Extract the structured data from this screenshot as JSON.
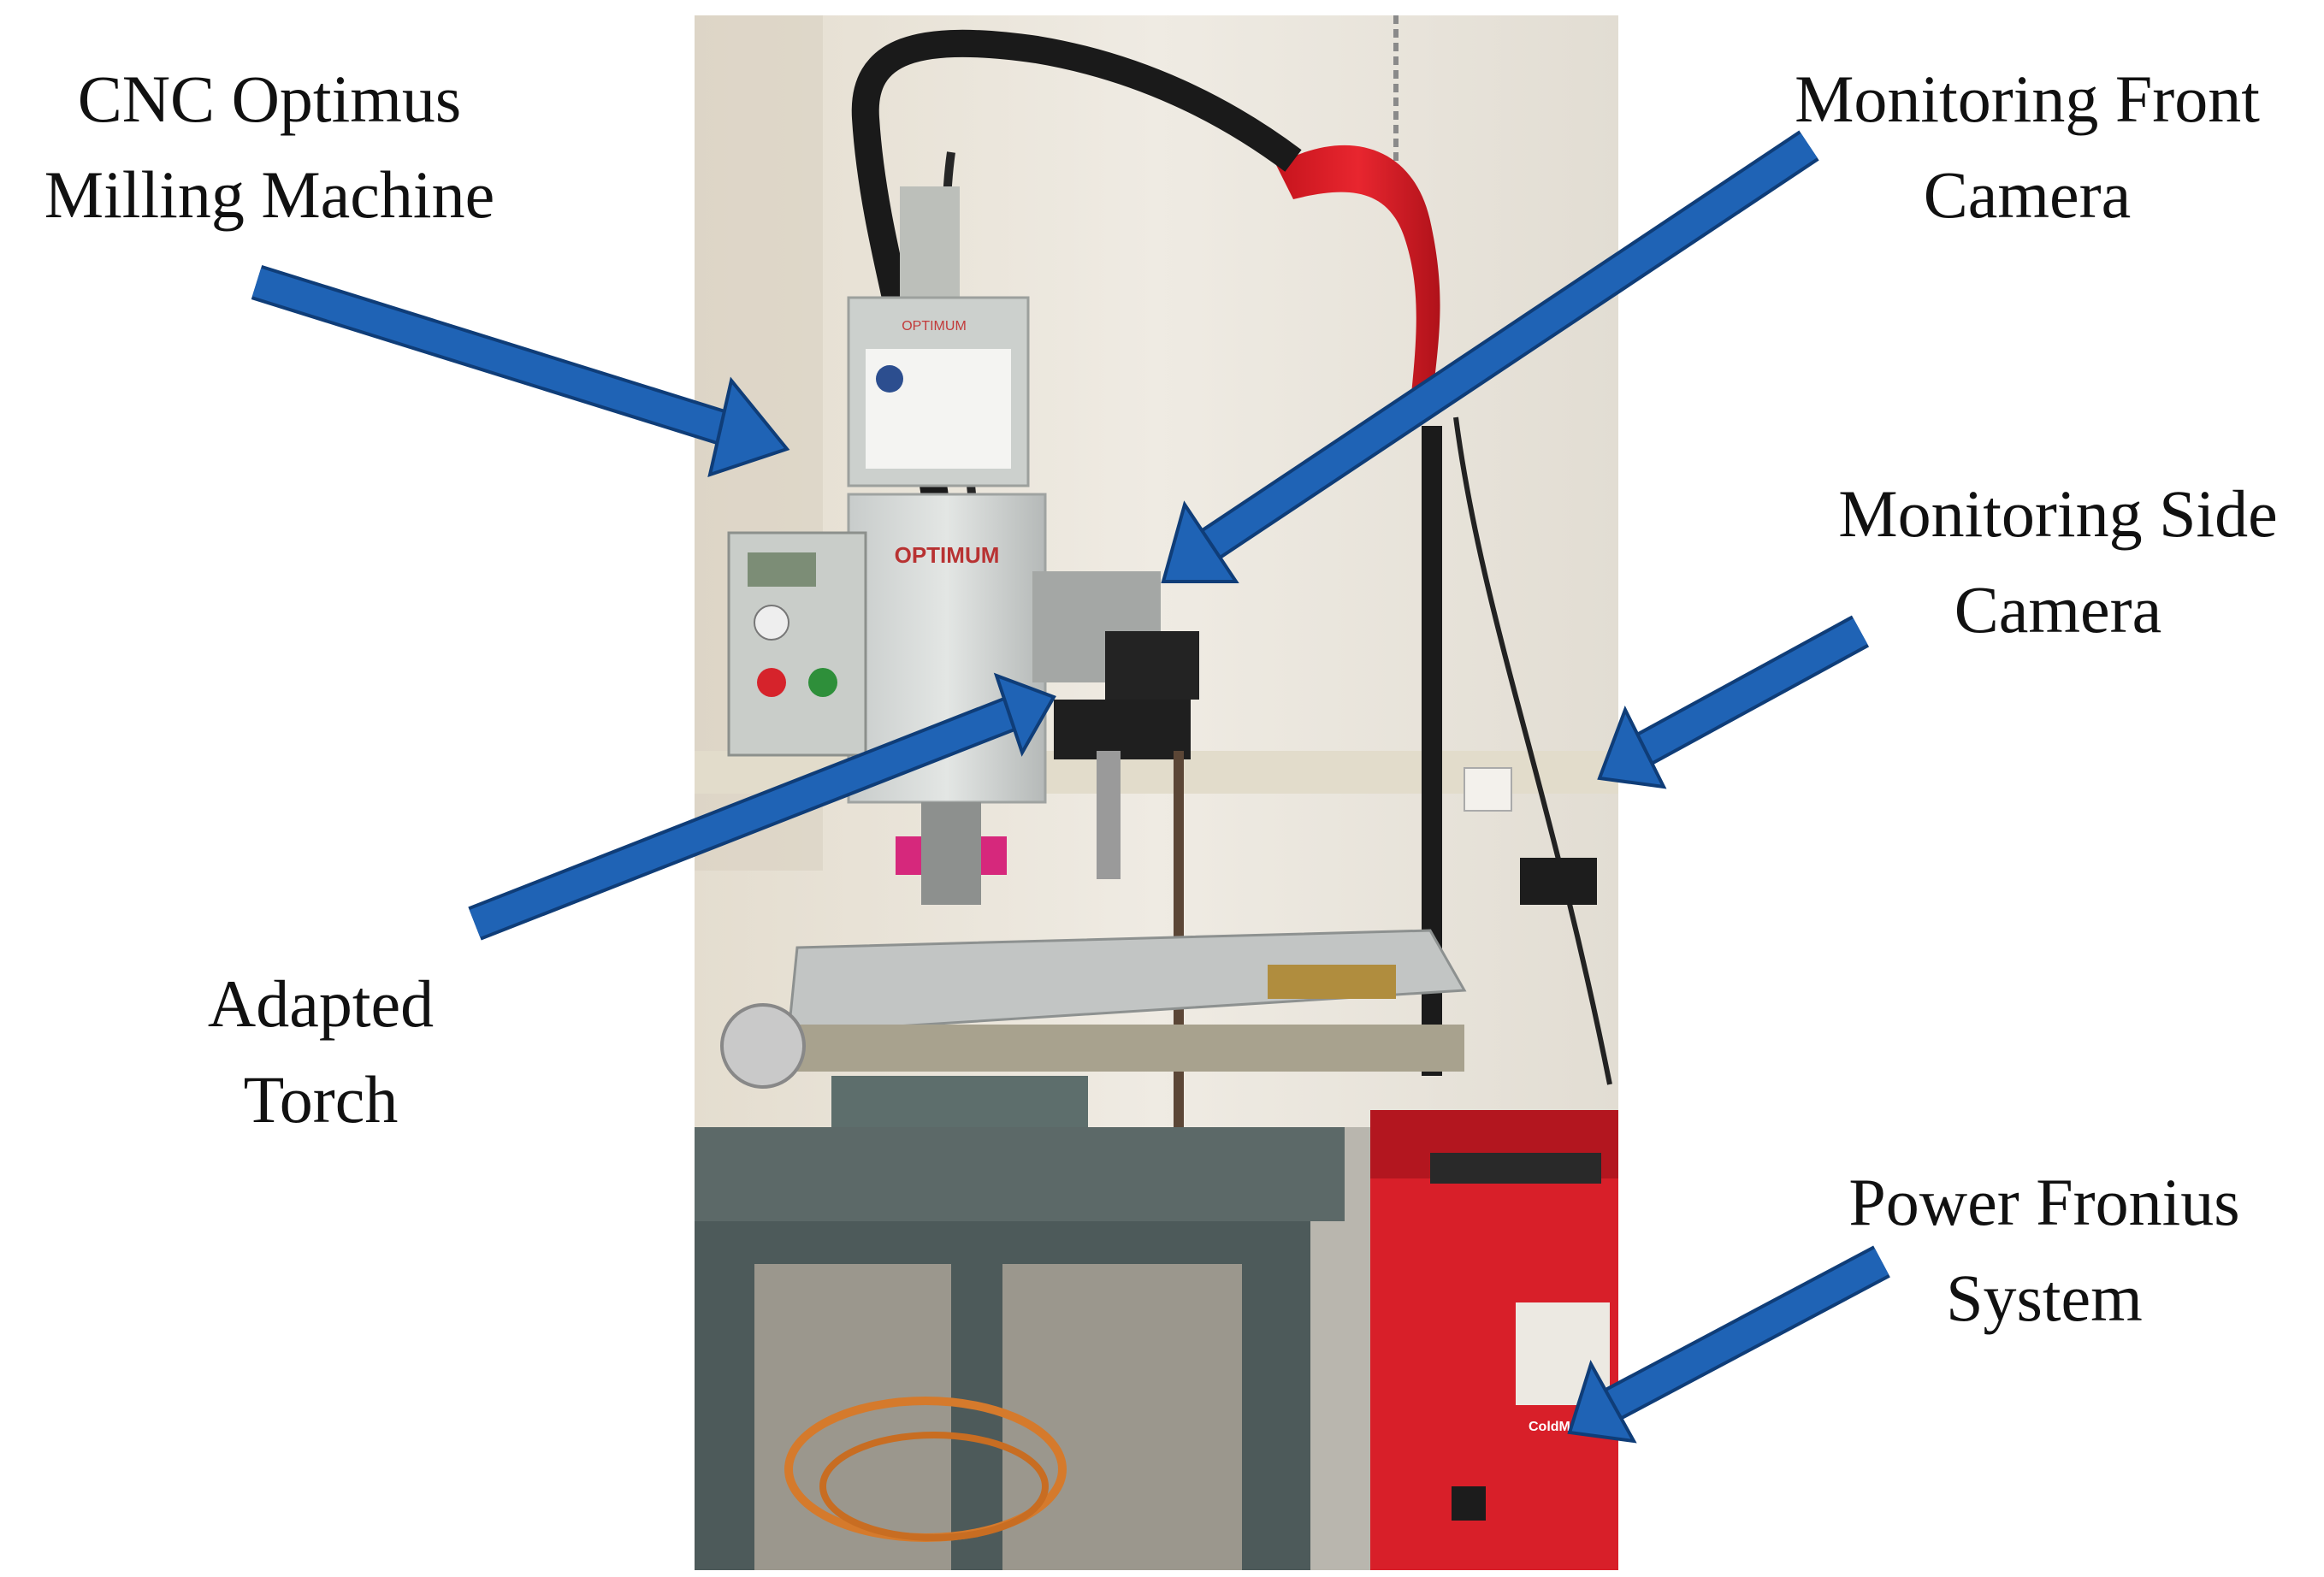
{
  "labels": {
    "cnc": {
      "line1": "CNC Optimus",
      "line2": "Milling Machine"
    },
    "front_camera": {
      "line1": "Monitoring Front",
      "line2": "Camera"
    },
    "side_camera": {
      "line1": "Monitoring Side",
      "line2": "Camera"
    },
    "torch": {
      "line1": "Adapted",
      "line2": "Torch"
    },
    "power": {
      "line1": "Power Fronius",
      "line2": "System"
    }
  },
  "photo_text": {
    "optimum_sign": "OPTIMUM",
    "optimum_small": "OPTIMUM",
    "coldmet": "ColdMet"
  },
  "colors": {
    "arrow": "#1f63b5",
    "arrow_edge": "#0f3d78",
    "text": "#111111",
    "welder_red": "#e0202b",
    "wall": "#ebe6dc"
  }
}
